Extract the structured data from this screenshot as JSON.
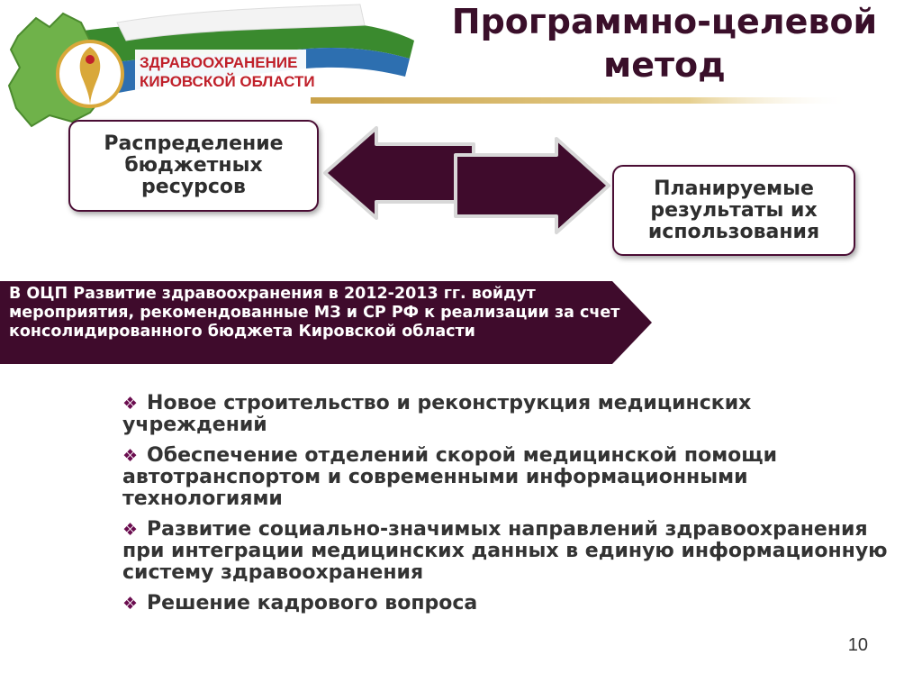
{
  "logo": {
    "line1": "ЗДРАВООХРАНЕНИЕ",
    "line2": "КИРОВСКОЙ ОБЛАСТИ",
    "emblem_icon": "medical-emblem-icon",
    "map_icon": "kirov-region-map-icon"
  },
  "title": {
    "line1": "Программно-целевой",
    "line2": "метод"
  },
  "flow": {
    "left_box": "Распределение бюджетных ресурсов",
    "right_box": "Планируемые результаты их использования",
    "arrow_icon": "double-arrow-icon"
  },
  "banner": {
    "text": "В ОЦП Развитие здравоохранения в 2012-2013 гг. войдут мероприятия, рекомендованные МЗ и СР РФ к реализации за счет консолидированного бюджета Кировской области"
  },
  "bullets": [
    {
      "marker": "❖",
      "text": "Новое строительство и реконструкция медицинских учреждений"
    },
    {
      "marker": "❖",
      "text": "Обеспечение отделений скорой медицинской помощи автотранспортом и современными информационными технологиями"
    },
    {
      "marker": "❖",
      "text": "Развитие социально-значимых направлений здравоохранения  при интеграции медицинских данных в единую информационную систему здравоохранения"
    },
    {
      "marker": "❖",
      "text": "Решение кадрового вопроса"
    }
  ],
  "page_number": "10",
  "colors": {
    "accent_dark": "#3f0b2c",
    "ribbon_green": "#3a8a2e",
    "ribbon_blue": "#2d6fb0",
    "logo_text_red": "#c0202a",
    "gold": "#c9a24a"
  }
}
